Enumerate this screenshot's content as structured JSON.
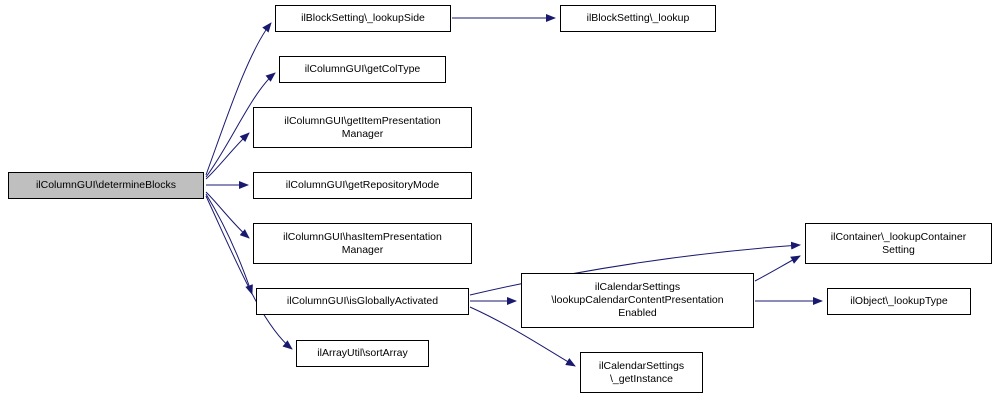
{
  "diagram": {
    "type": "call-graph",
    "colors": {
      "edge": "#191970",
      "node_border": "#000000",
      "node_fill": "#ffffff",
      "main_node_fill": "#bfbfbf"
    },
    "nodes": {
      "determineBlocks": {
        "lines": [
          "ilColumnGUI\\determineBlocks"
        ]
      },
      "lookupSide": {
        "lines": [
          "ilBlockSetting\\_lookupSide"
        ]
      },
      "lookup": {
        "lines": [
          "ilBlockSetting\\_lookup"
        ]
      },
      "getColType": {
        "lines": [
          "ilColumnGUI\\getColType"
        ]
      },
      "getItemPresentationManager": {
        "lines": [
          "ilColumnGUI\\getItemPresentation",
          "Manager"
        ]
      },
      "getRepositoryMode": {
        "lines": [
          "ilColumnGUI\\getRepositoryMode"
        ]
      },
      "hasItemPresentationManager": {
        "lines": [
          "ilColumnGUI\\hasItemPresentation",
          "Manager"
        ]
      },
      "isGloballyActivated": {
        "lines": [
          "ilColumnGUI\\isGloballyActivated"
        ]
      },
      "sortArray": {
        "lines": [
          "ilArrayUtil\\sortArray"
        ]
      },
      "lookupCalendarContentPresentationEnabled": {
        "lines": [
          "ilCalendarSettings",
          "\\lookupCalendarContentPresentation",
          "Enabled"
        ]
      },
      "lookupContainerSetting": {
        "lines": [
          "ilContainer\\_lookupContainer",
          "Setting"
        ]
      },
      "lookupType": {
        "lines": [
          "ilObject\\_lookupType"
        ]
      },
      "getInstance": {
        "lines": [
          "ilCalendarSettings",
          "\\_getInstance"
        ]
      }
    }
  }
}
